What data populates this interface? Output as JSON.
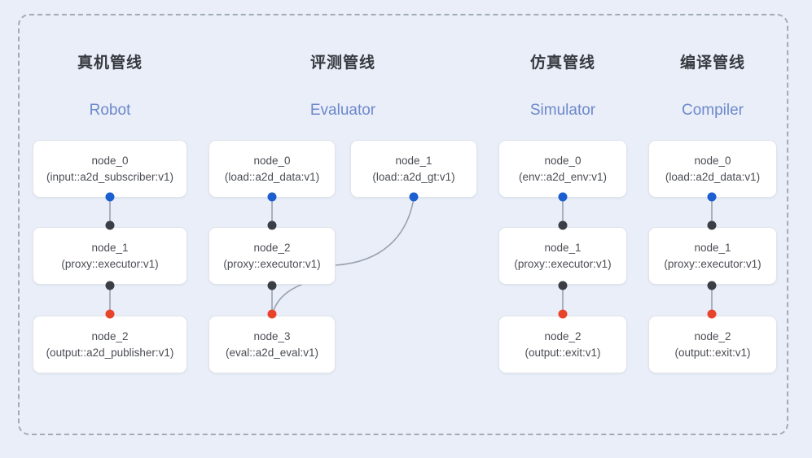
{
  "frame": {
    "style": "dashed-rounded-container",
    "border_color": "#a3aab8",
    "background": "#e9eef8"
  },
  "palette": {
    "background": "#e9eef8",
    "node_fill": "#ffffff",
    "node_border": "#dfe3ea",
    "title_color": "#36393f",
    "subtitle_color": "#6d88cc",
    "edge_color": "#9aa2b0",
    "port_in": "#1b5fd0",
    "port_mid": "#3b3f45",
    "port_out": "#e8432b"
  },
  "columns": [
    {
      "key": "robot",
      "title": "真机管线",
      "subtitle": "Robot",
      "nodes": [
        {
          "id": "node_0",
          "type": "(input::a2d_subscriber:v1)"
        },
        {
          "id": "node_1",
          "type": "(proxy::executor:v1)"
        },
        {
          "id": "node_2",
          "type": "(output::a2d_publisher:v1)"
        }
      ]
    },
    {
      "key": "evaluator",
      "title": "评测管线",
      "subtitle": "Evaluator",
      "nodes": [
        {
          "id": "node_0",
          "type": "(load::a2d_data:v1)"
        },
        {
          "id": "node_2",
          "type": "(proxy::executor:v1)"
        },
        {
          "id": "node_3",
          "type": "(eval::a2d_eval:v1)"
        }
      ],
      "side_nodes": [
        {
          "id": "node_1",
          "type": "(load::a2d_gt:v1)"
        }
      ]
    },
    {
      "key": "simulator",
      "title": "仿真管线",
      "subtitle": "Simulator",
      "nodes": [
        {
          "id": "node_0",
          "type": "(env::a2d_env:v1)"
        },
        {
          "id": "node_1",
          "type": "(proxy::executor:v1)"
        },
        {
          "id": "node_2",
          "type": "(output::exit:v1)"
        }
      ]
    },
    {
      "key": "compiler",
      "title": "编译管线",
      "subtitle": "Compiler",
      "nodes": [
        {
          "id": "node_0",
          "type": "(load::a2d_data:v1)"
        },
        {
          "id": "node_1",
          "type": "(proxy::executor:v1)"
        },
        {
          "id": "node_2",
          "type": "(output::exit:v1)"
        }
      ]
    }
  ]
}
